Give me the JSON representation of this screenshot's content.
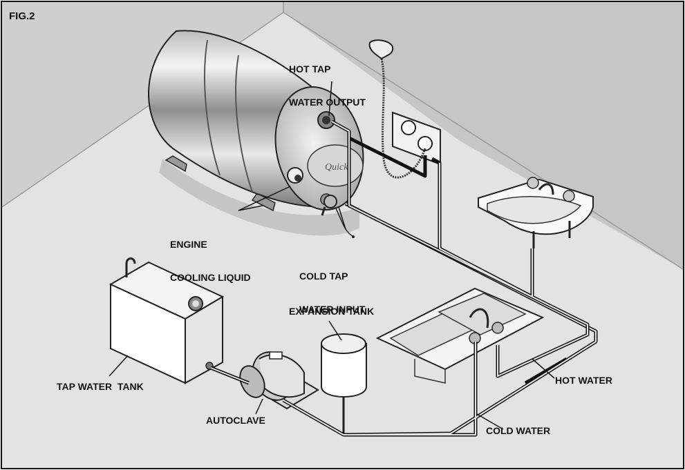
{
  "figure_number": "FIG.2",
  "labels": {
    "hot_tap_output": [
      "HOT TAP",
      "WATER OUTPUT"
    ],
    "engine_cooling": [
      "ENGINE",
      "COOLING LIQUID"
    ],
    "cold_tap_input": [
      "COLD TAP",
      "WATER INPUT"
    ],
    "expansion_tank": "EXPANSION TANK",
    "tap_water_tank": "TAP WATER  TANK",
    "autoclave": "AUTOCLAVE",
    "hot_water": "HOT WATER",
    "cold_water": "COLD WATER"
  },
  "colors": {
    "wall": "#c9c9c9",
    "floor": "#e3e3e3",
    "line": "#111111"
  }
}
